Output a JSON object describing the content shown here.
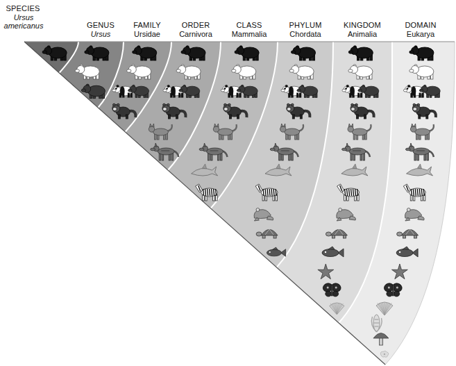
{
  "diagram": {
    "labels": [
      "SPECIES",
      "Ursus americanus",
      "GENUS",
      "Ursus",
      "FAMILY",
      "Ursidae",
      "ORDER",
      "Carnivora",
      "CLASS",
      "Mammalia",
      "PHYLUM",
      "Chordata",
      "KINGDOM",
      "Animalia",
      "DOMAIN",
      "Eukarya"
    ]
  }
}
